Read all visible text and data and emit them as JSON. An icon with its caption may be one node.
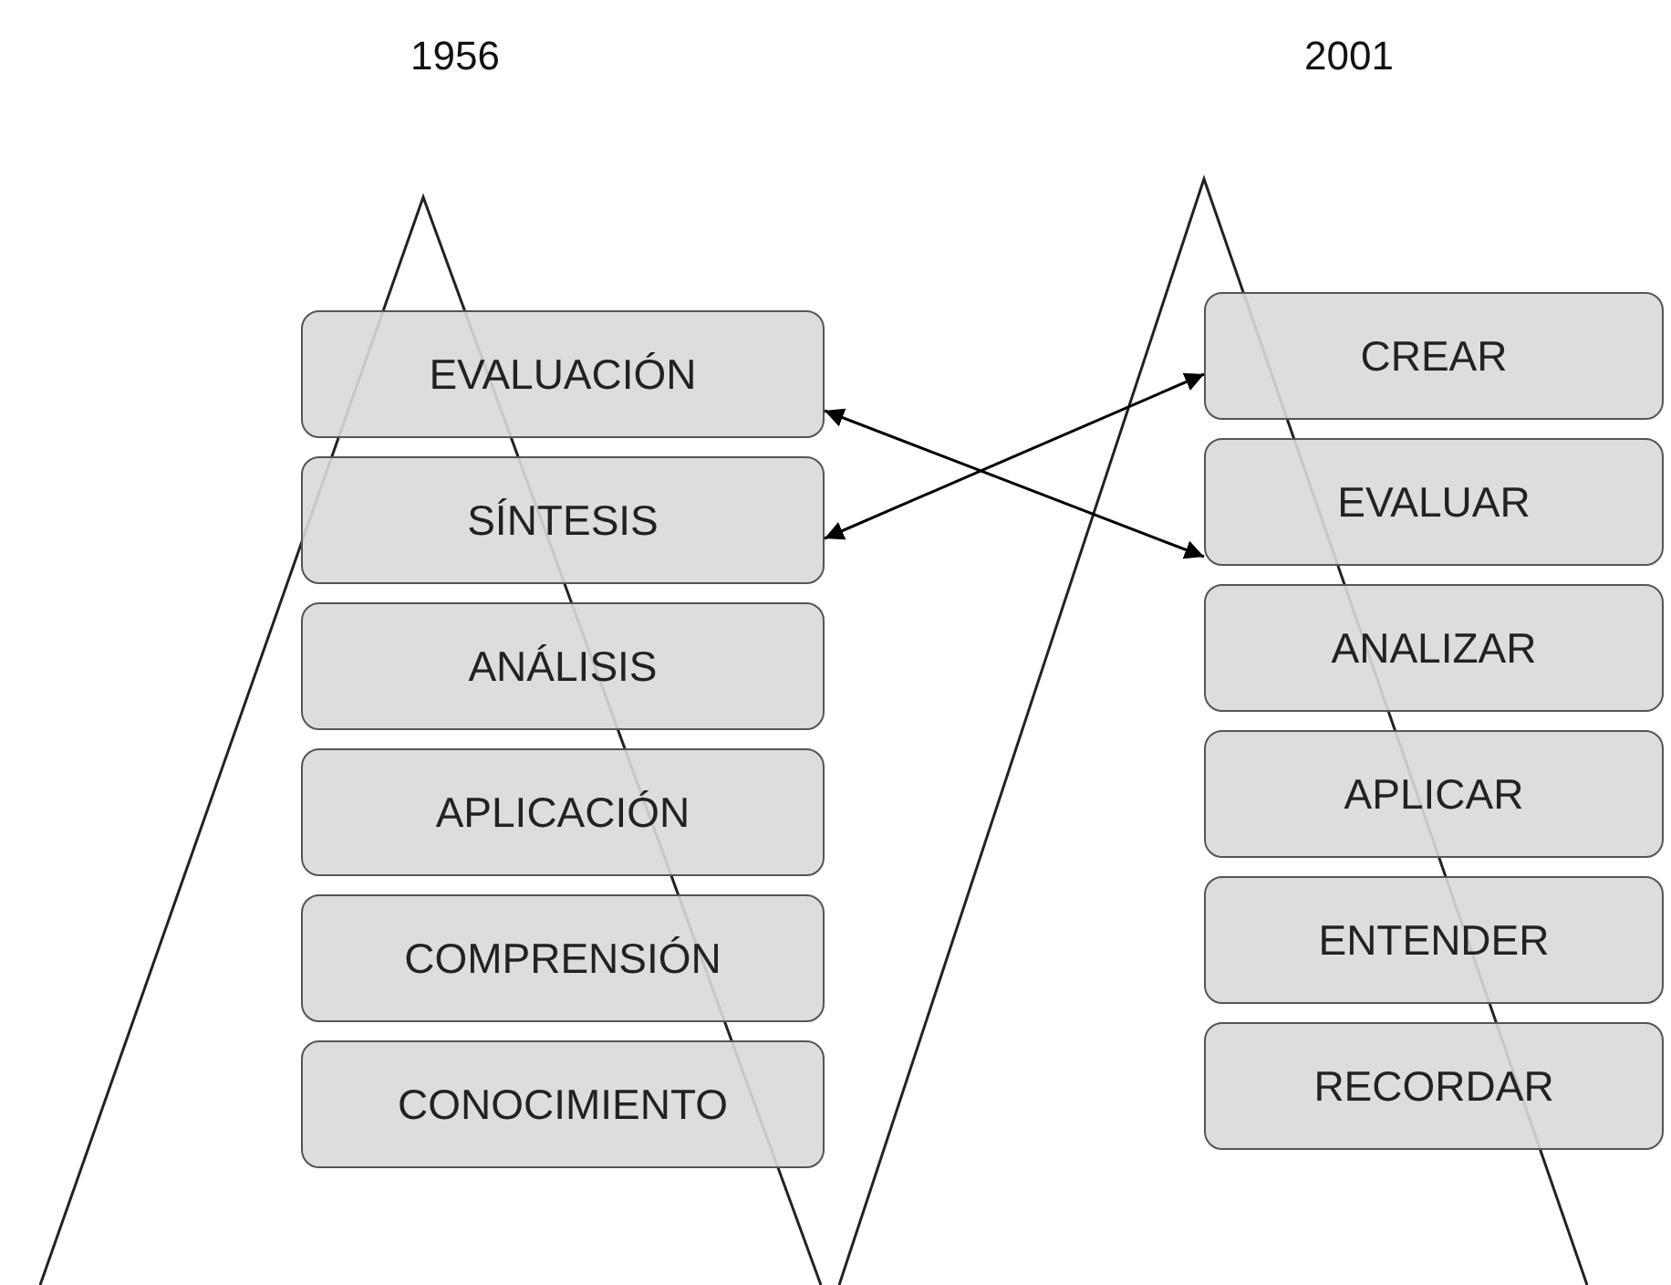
{
  "diagram": {
    "nodes": [
      {
        "text": [
          "EVALUACIÓN"
        ]
      },
      {
        "text": [
          "SÍNTESIS"
        ]
      },
      {
        "text": [
          "ANÁLISIS"
        ]
      },
      {
        "text": [
          "APLICACIÓN"
        ]
      },
      {
        "text": [
          "COMPRENSIÓN"
        ]
      },
      {
        "text": [
          "CONOCIMIENTO"
        ]
      },
      {
        "text": [
          "CREAR"
        ]
      },
      {
        "text": [
          "EVALUAR"
        ]
      },
      {
        "text": [
          "ANALIZAR"
        ]
      },
      {
        "text": [
          "APLICAR"
        ]
      },
      {
        "text": [
          "ENTENDER"
        ]
      },
      {
        "text": [
          "RECORDAR"
        ]
      }
    ],
    "edges": [
      {
        "from": 0,
        "to": 7,
        "arrow": "both"
      },
      {
        "from": 1,
        "to": 6,
        "arrow": "both"
      }
    ],
    "labels": [
      "1956",
      "2001"
    ]
  }
}
